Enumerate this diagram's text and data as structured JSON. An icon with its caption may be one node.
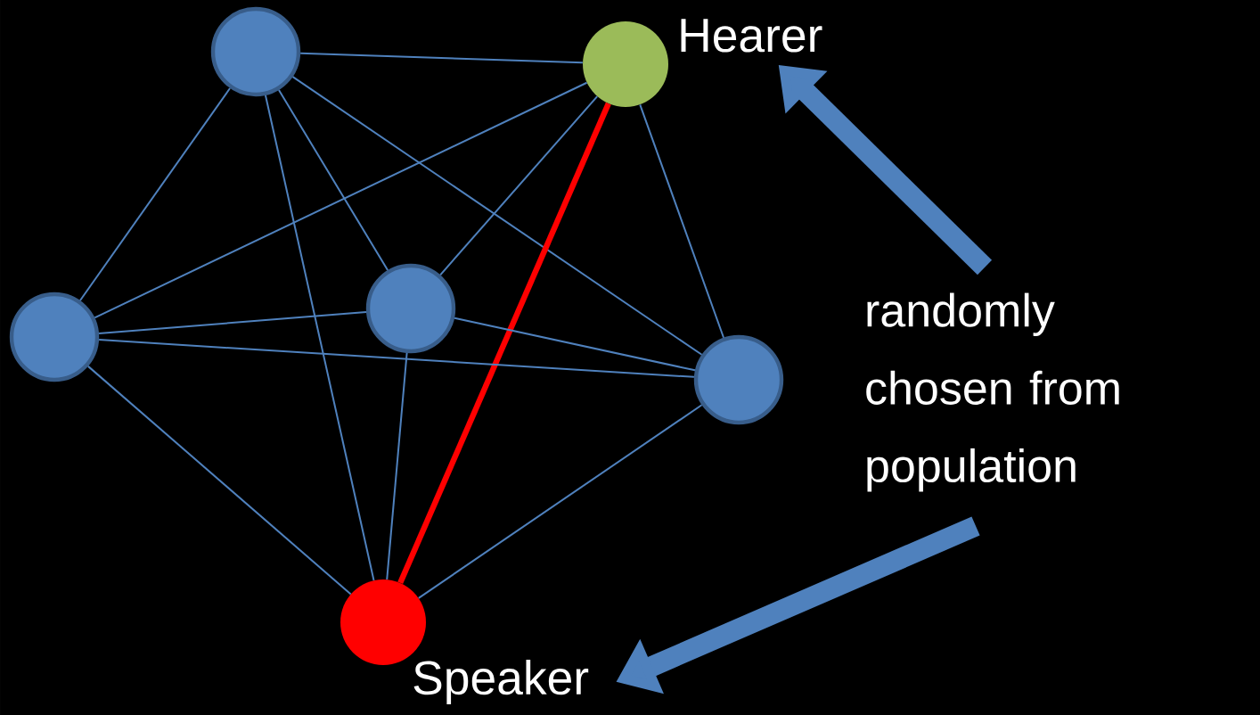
{
  "diagram": {
    "nodes": [
      {
        "text": [],
        "shape": "circle"
      },
      {
        "text": [],
        "shape": "circle"
      },
      {
        "text": [],
        "shape": "circle"
      },
      {
        "text": [],
        "shape": "circle"
      },
      {
        "text": [],
        "shape": "circle"
      },
      {
        "text": [],
        "shape": "circle"
      },
      {
        "text": [
          "randomly chosen from population"
        ]
      },
      {
        "text": [
          "Hearer"
        ]
      },
      {
        "text": [
          "Speaker"
        ]
      }
    ],
    "edges": [
      {
        "from": 0,
        "to": 1,
        "arrow": "none"
      },
      {
        "from": 0,
        "to": 2,
        "arrow": "none"
      },
      {
        "from": 0,
        "to": 3,
        "arrow": "none"
      },
      {
        "from": 0,
        "to": 4,
        "arrow": "none"
      },
      {
        "from": 0,
        "to": 5,
        "arrow": "none"
      },
      {
        "from": 1,
        "to": 2,
        "arrow": "none"
      },
      {
        "from": 1,
        "to": 3,
        "arrow": "none"
      },
      {
        "from": 1,
        "to": 4,
        "arrow": "none"
      },
      {
        "from": 1,
        "to": 5,
        "arrow": "none",
        "style": "thick",
        "color": "#ff0000"
      },
      {
        "from": 2,
        "to": 3,
        "arrow": "none"
      },
      {
        "from": 2,
        "to": 4,
        "arrow": "none"
      },
      {
        "from": 2,
        "to": 5,
        "arrow": "none"
      },
      {
        "from": 3,
        "to": 4,
        "arrow": "none"
      },
      {
        "from": 3,
        "to": 5,
        "arrow": "none"
      },
      {
        "from": 4,
        "to": 5,
        "arrow": "none"
      },
      {
        "from": 6,
        "to": 7,
        "arrow": "to",
        "style": "thick"
      },
      {
        "from": 6,
        "to": 8,
        "arrow": "to",
        "style": "thick"
      }
    ]
  }
}
